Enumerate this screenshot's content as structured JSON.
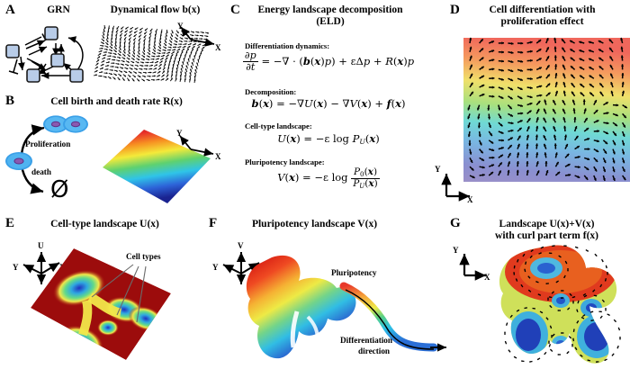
{
  "panels": {
    "A": {
      "letter": "A",
      "title_left": "GRN",
      "title_right": "Dynamical flow b(x)",
      "axis_x": "X",
      "axis_y": "Y"
    },
    "B": {
      "letter": "B",
      "title": "Cell birth and death rate R(x)",
      "proliferation_label": "Proliferation",
      "death_label": "death",
      "null_symbol": "Ø",
      "axis_x": "X",
      "axis_y": "Y"
    },
    "C": {
      "letter": "C",
      "title_line1": "Energy landscape decomposition",
      "title_line2": "(ELD)",
      "sections": [
        {
          "label": "Differentiation dynamics:"
        },
        {
          "label": "Decomposition:"
        },
        {
          "label": "Cell-type landscape:"
        },
        {
          "label": "Pluripotency landscape:"
        }
      ],
      "equations": {
        "dynamics": "∂p/∂t = −∇ · (b(x)p) + εΔp + R(x)p",
        "decomposition": "b(x) = −∇U(x) − ∇V(x) + f(x)",
        "celltype": "U(x) = −ε log P_U(x)",
        "pluripotency": "V(x) = −ε log P_0(x)/P_U(x)"
      },
      "tokens": {
        "partial_p": "∂p",
        "partial_t": "∂t",
        "eq": "=",
        "minus": "−",
        "plus": "+",
        "nabla": "∇",
        "dot": "·",
        "epsilon": "ε",
        "delta": "Δ",
        "log": "log",
        "p": "p",
        "b": "b",
        "U": "U",
        "V": "V",
        "R": "R",
        "f": "f",
        "P": "P",
        "x_arg": "(x)",
        "sub_U": "U",
        "sub_0": "0",
        "lparen": "(",
        "rparen": ")"
      }
    },
    "D": {
      "letter": "D",
      "title_line1": "Cell differentiation with",
      "title_line2": "proliferation effect",
      "axis_x": "X",
      "axis_y": "Y"
    },
    "E": {
      "letter": "E",
      "title": "Cell-type landscape U(x)",
      "annotation": "Cell types",
      "axis_x": "X",
      "axis_y": "Y",
      "axis_z": "U"
    },
    "F": {
      "letter": "F",
      "title": "Pluripotency landscape V(x)",
      "annotation_top": "Pluripotency",
      "annotation_bottom_line1": "Differentiation",
      "annotation_bottom_line2": "direction",
      "axis_x": "X",
      "axis_y": "Y",
      "axis_z": "V"
    },
    "G": {
      "letter": "G",
      "title_line1": "Landscape U(x)+V(x)",
      "title_line2": "with curl part term f(x)",
      "axis_x": "X",
      "axis_y": "Y"
    }
  },
  "colors": {
    "node_fill": "#b8cce8",
    "node_stroke": "#1a1a1a",
    "cell_fill": "#3aa0e8",
    "nucleus": "#7a3fa0",
    "leader_line": "#6b6b6b",
    "heat_red": "#e8453c",
    "heat_orange": "#f6a23c",
    "heat_yellow": "#f2ee4a",
    "heat_green": "#5fd17a",
    "heat_cyan": "#39c6e8",
    "heat_blue": "#3a4fd8",
    "deep_red": "#a80d0d",
    "deep_blue": "#1f2f9e",
    "arrow_black": "#000000"
  }
}
